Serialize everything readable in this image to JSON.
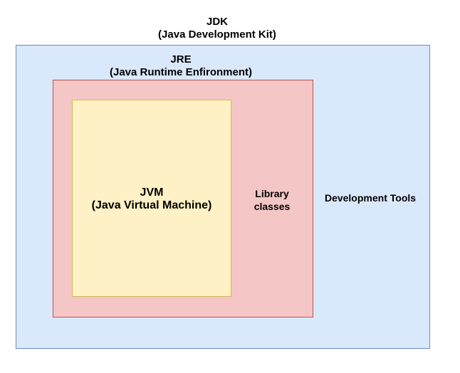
{
  "diagram": {
    "jdk": {
      "title": "JDK",
      "subtitle": "(Java Development Kit)"
    },
    "jre": {
      "title": "JRE",
      "subtitle": "(Java Runtime Enfironment)"
    },
    "jvm": {
      "title": "JVM",
      "subtitle": "(Java Virtual Machine)"
    },
    "library": {
      "line1": "Library",
      "line2": "classes"
    },
    "dev_tools": {
      "label": "Development Tools"
    }
  },
  "colors": {
    "jdk_fill": "#dae8fc",
    "jdk_stroke": "#6c8ebf",
    "jre_fill": "#f5c6c6",
    "jre_stroke": "#b85450",
    "jvm_fill": "#fdf1c5",
    "jvm_stroke": "#d6b656"
  }
}
